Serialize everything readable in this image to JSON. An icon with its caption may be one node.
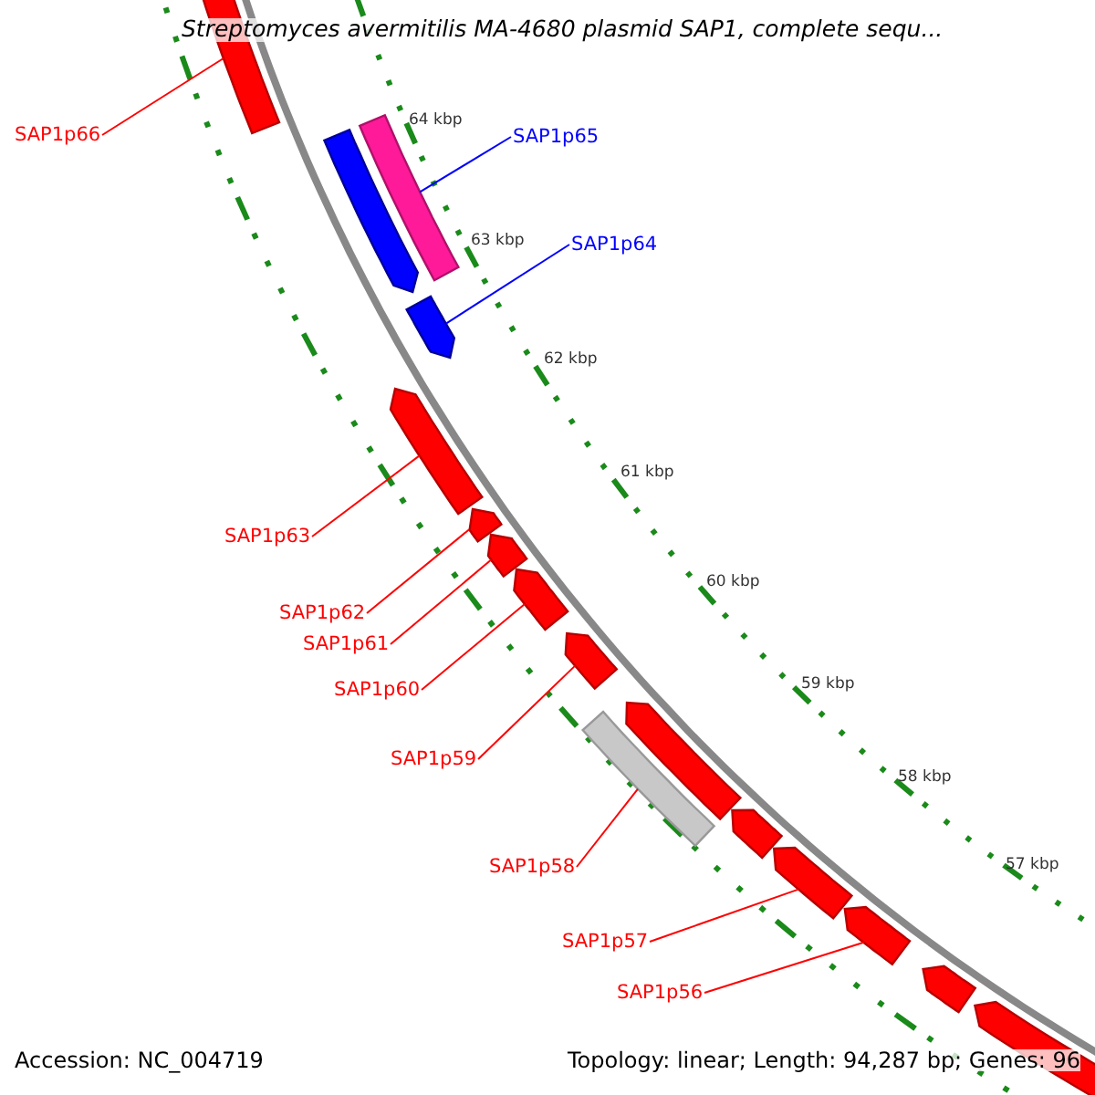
{
  "diagram": {
    "title": "Streptomyces avermitilis MA-4680 plasmid SAP1, complete sequ...",
    "nodes": [
      {
        "text": [
          "SAP1p66"
        ]
      },
      {
        "text": [
          "SAP1p65"
        ]
      },
      {
        "text": [
          "SAP1p64"
        ]
      },
      {
        "text": [
          "SAP1p63"
        ]
      },
      {
        "text": [
          "SAP1p62"
        ]
      },
      {
        "text": [
          "SAP1p61"
        ]
      },
      {
        "text": [
          "SAP1p60"
        ]
      },
      {
        "text": [
          "SAP1p59"
        ]
      },
      {
        "text": [
          "SAP1p58"
        ]
      },
      {
        "text": [
          "SAP1p57"
        ]
      },
      {
        "text": [
          "SAP1p56"
        ]
      },
      {
        "text": [],
        "shape": "arrow"
      },
      {
        "text": [],
        "shape": "arrow"
      },
      {
        "text": [],
        "shape": "bar"
      },
      {
        "text": [],
        "shape": "arrow"
      },
      {
        "text": [],
        "shape": "arrow"
      },
      {
        "text": [],
        "shape": "arrow"
      },
      {
        "text": [],
        "shape": "arrow"
      },
      {
        "text": [],
        "shape": "arrow"
      },
      {
        "text": [],
        "shape": "arrow"
      },
      {
        "text": [],
        "shape": "bar"
      },
      {
        "text": [],
        "shape": "arrow"
      },
      {
        "text": [],
        "shape": "arrow"
      },
      {
        "text": [],
        "shape": "arrow"
      },
      {
        "text": [],
        "shape": "arrow"
      },
      {
        "text": [],
        "shape": "arrow"
      },
      {
        "text": [],
        "shape": "arrow"
      }
    ],
    "edges": [
      {
        "from": 0,
        "to": 11,
        "arrow": "none"
      },
      {
        "from": 1,
        "to": 13,
        "arrow": "none",
        "color": "#0000ff"
      },
      {
        "from": 2,
        "to": 14,
        "arrow": "none",
        "color": "#0000ff"
      },
      {
        "from": 3,
        "to": 15,
        "arrow": "none"
      },
      {
        "from": 4,
        "to": 16,
        "arrow": "none"
      },
      {
        "from": 5,
        "to": 17,
        "arrow": "none"
      },
      {
        "from": 6,
        "to": 18,
        "arrow": "none"
      },
      {
        "from": 7,
        "to": 19,
        "arrow": "none"
      },
      {
        "from": 8,
        "to": 20,
        "arrow": "none"
      },
      {
        "from": 9,
        "to": 23,
        "arrow": "none"
      },
      {
        "from": 10,
        "to": 24,
        "arrow": "none"
      }
    ],
    "labels": [
      "64 kbp",
      "63 kbp",
      "62 kbp",
      "61 kbp",
      "60 kbp",
      "59 kbp",
      "58 kbp",
      "57 kbp",
      "Accession: NC_004719",
      "Topology: linear; Length: 94,287 bp; Genes: 96"
    ]
  }
}
